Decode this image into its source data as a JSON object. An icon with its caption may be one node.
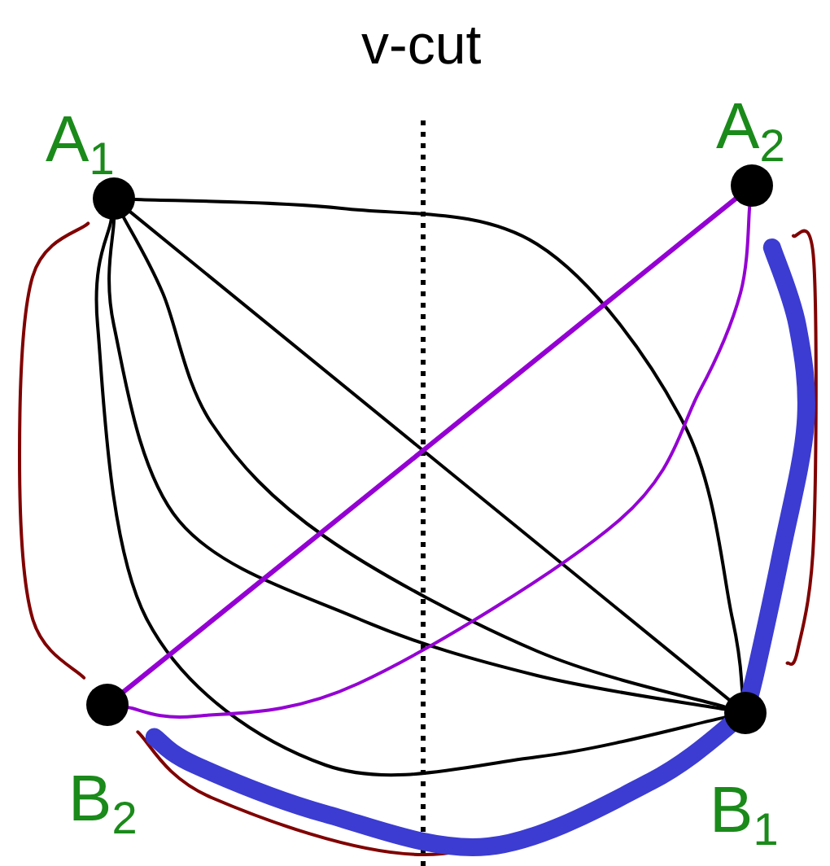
{
  "diagram": {
    "title": "v-cut",
    "nodes": [
      {
        "text": [
          "A$_{1}$"
        ]
      },
      {
        "text": [
          "A$_{2}$"
        ]
      },
      {
        "text": [
          "B$_{2}$"
        ]
      },
      {
        "text": [
          "B$_{1}$"
        ]
      }
    ],
    "edges": [
      {
        "from": 0,
        "to": 3,
        "arrow": "none"
      },
      {
        "from": 0,
        "to": 3,
        "arrow": "none"
      },
      {
        "from": 0,
        "to": 3,
        "arrow": "none"
      },
      {
        "from": 0,
        "to": 3,
        "arrow": "none"
      },
      {
        "from": 0,
        "to": 3,
        "arrow": "none"
      },
      {
        "from": 1,
        "to": 2,
        "arrow": "none",
        "color": "#9400d3"
      },
      {
        "from": 1,
        "to": 2,
        "arrow": "none",
        "color": "#9400d3"
      },
      {
        "from": 0,
        "to": 2,
        "arrow": "none",
        "color": "#800000"
      },
      {
        "from": 2,
        "to": 3,
        "arrow": "none",
        "color": "#800000"
      },
      {
        "from": 1,
        "to": 3,
        "arrow": "none",
        "color": "#800000"
      },
      {
        "from": 1,
        "to": 3,
        "arrow": "none",
        "style": "thick",
        "color": "#3c3cd2"
      },
      {
        "from": 3,
        "to": 2,
        "arrow": "none",
        "style": "thick",
        "color": "#3c3cd2"
      }
    ]
  }
}
